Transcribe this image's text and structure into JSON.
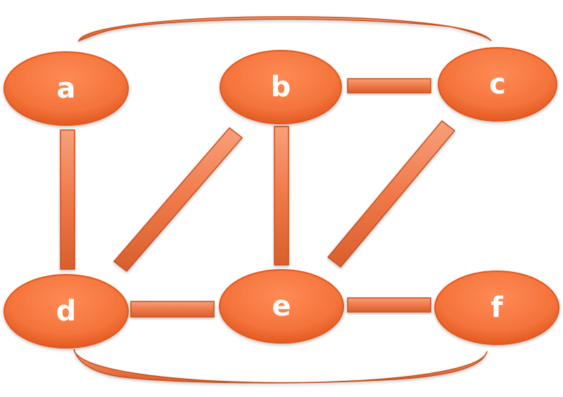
{
  "colors": {
    "node_fill": "#F4743B",
    "node_stroke": "#E5571A",
    "edge_fill": "#F0794A",
    "edge_stroke": "#C9501F",
    "label": "#FFFFFF"
  },
  "nodes": [
    {
      "id": "a",
      "label": "a"
    },
    {
      "id": "b",
      "label": "b"
    },
    {
      "id": "c",
      "label": "c"
    },
    {
      "id": "d",
      "label": "d"
    },
    {
      "id": "e",
      "label": "e"
    },
    {
      "id": "f",
      "label": "f"
    }
  ],
  "edges": [
    {
      "from": "a",
      "to": "c"
    },
    {
      "from": "b",
      "to": "c"
    },
    {
      "from": "a",
      "to": "d"
    },
    {
      "from": "b",
      "to": "d"
    },
    {
      "from": "b",
      "to": "e"
    },
    {
      "from": "c",
      "to": "e"
    },
    {
      "from": "d",
      "to": "e"
    },
    {
      "from": "e",
      "to": "f"
    },
    {
      "from": "d",
      "to": "f"
    }
  ]
}
